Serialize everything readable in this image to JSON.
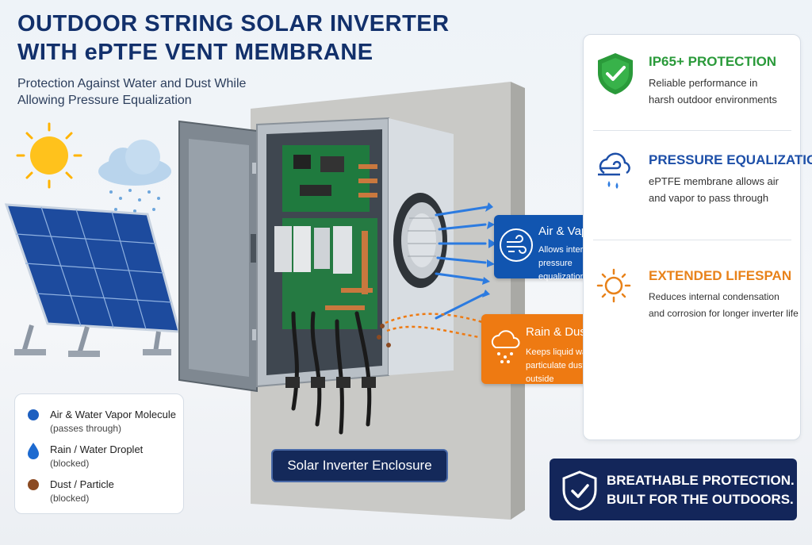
{
  "header": {
    "title_line1": "OUTDOOR STRING SOLAR INVERTER",
    "title_line2": "WITH ePTFE VENT MEMBRANE",
    "subtitle_line1": "Protection Against Water and Dust While",
    "subtitle_line2": "Allowing Pressure Equalization"
  },
  "features": [
    {
      "icon": "shield-check-icon",
      "title": "IP65+ PROTECTION",
      "desc_line1": "Reliable performance in",
      "desc_line2": "harsh outdoor environments",
      "color": "#2a9a3a"
    },
    {
      "icon": "cloud-wind-icon",
      "title": "PRESSURE EQUALIZATION",
      "desc_line1": "ePTFE membrane allows air",
      "desc_line2": "and vapor to pass through",
      "color": "#1d4fa8"
    },
    {
      "icon": "sun-icon",
      "title": "EXTENDED LIFESPAN",
      "desc_line1": "Reduces internal condensation",
      "desc_line2": "and corrosion for longer inverter life",
      "color": "#e8821a"
    }
  ],
  "callouts": {
    "air": {
      "icon": "wind-icon",
      "title": "Air & Vapor Out",
      "desc_line1": "Allows internal pressure",
      "desc_line2": "equalization",
      "color": "#1155b0"
    },
    "rain": {
      "icon": "rain-cloud-icon",
      "title": "Rain & Dust Blocked",
      "desc_line1": "Keeps liquid water and",
      "desc_line2": "particulate dust outside",
      "color": "#ee7a12"
    }
  },
  "legend": [
    {
      "name": "Air & Water Vapor Molecule",
      "state": "(passes through)",
      "color": "#1d5fc0",
      "icon": "molecule-dot-icon"
    },
    {
      "name": "Rain / Water Droplet",
      "state": "(blocked)",
      "color": "#1d6ad0",
      "icon": "water-drop-icon"
    },
    {
      "name": "Dust / Particle",
      "state": "(blocked)",
      "color": "#8b4a22",
      "icon": "dust-dot-icon"
    }
  ],
  "enclosure_label": "Solar Inverter Enclosure",
  "banner": {
    "icon": "shield-check-icon",
    "line1": "BREATHABLE PROTECTION.",
    "line2": "BUILT FOR THE OUTDOORS."
  },
  "colors": {
    "navy": "#12306b",
    "blue": "#1155b0",
    "orange": "#ee7a12",
    "green": "#2a9a3a"
  }
}
